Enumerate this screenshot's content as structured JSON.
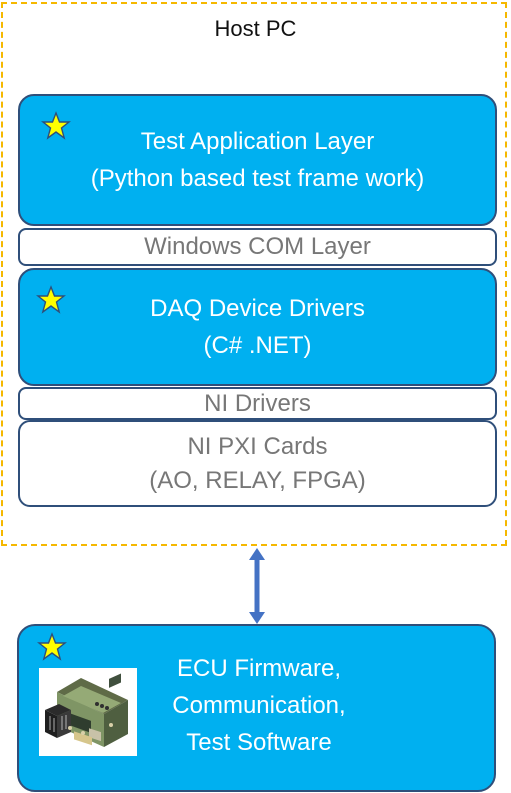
{
  "host": {
    "title": "Host PC",
    "frame_color": "#f5b800"
  },
  "layers": {
    "test_application": {
      "line1": "Test Application Layer",
      "line2": "(Python based test frame work)"
    },
    "windows_com": {
      "label": "Windows COM Layer"
    },
    "daq_drivers": {
      "line1": "DAQ Device Drivers",
      "line2": "(C# .NET)"
    },
    "ni_drivers": {
      "label": "NI Drivers"
    },
    "ni_pxi_cards": {
      "line1": "NI PXI Cards",
      "line2": "(AO, RELAY, FPGA)"
    }
  },
  "ecu": {
    "line1": "ECU Firmware,",
    "line2": "Communication,",
    "line3": "Test Software"
  },
  "icons": {
    "star": "star-icon",
    "arrow": "double-arrow-icon",
    "ecu_board": "ecu-board-icon"
  },
  "colors": {
    "blue_fill": "#00b0f0",
    "box_border": "#2f4f7a",
    "muted_text": "#777777",
    "arrow": "#4472c4",
    "star_fill": "#ffff00"
  }
}
